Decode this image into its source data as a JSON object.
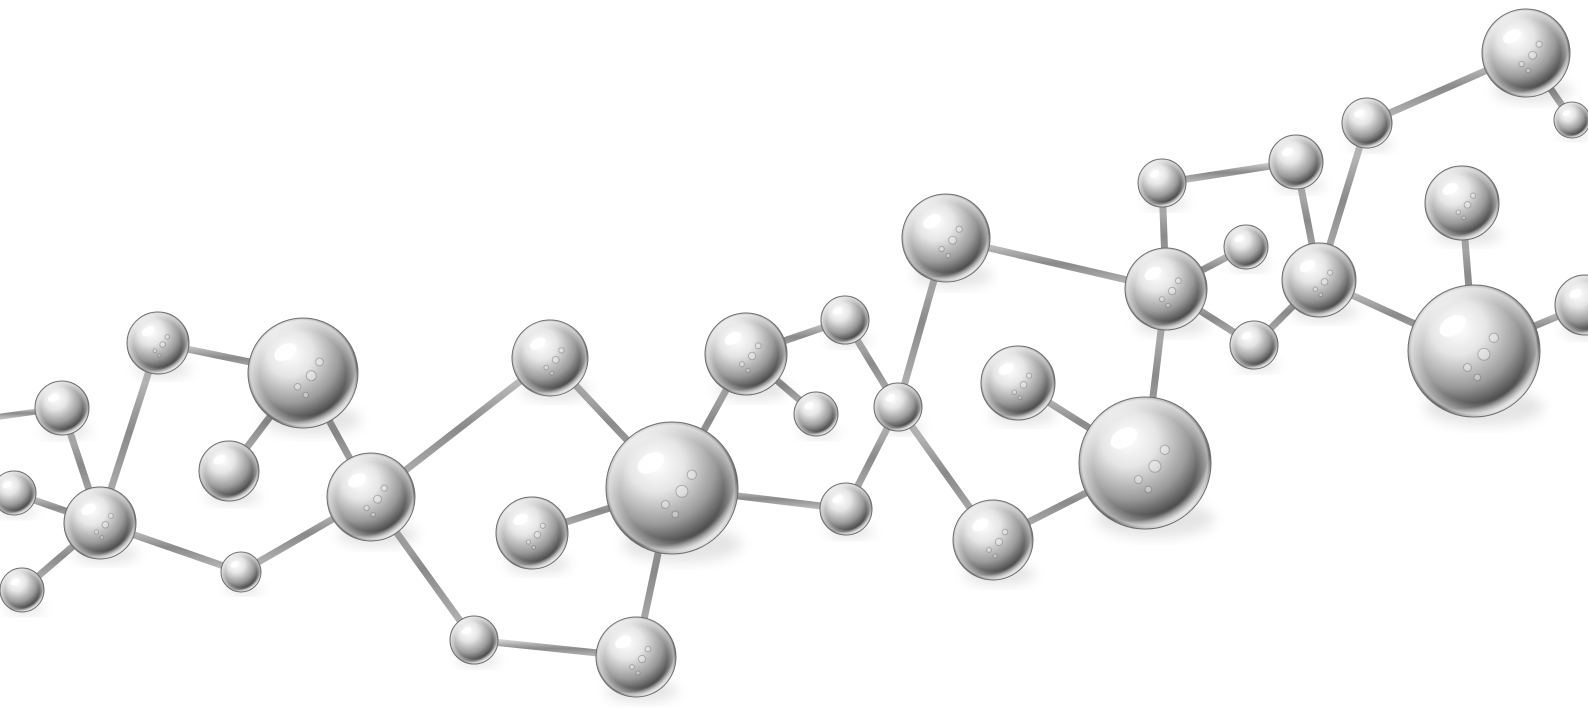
{
  "image": {
    "kind": "illustration",
    "subject": "molecule-chain",
    "background_color": "#ffffff",
    "bond_color": "#9a9a9a",
    "atom_highlight_color": "#ffffff",
    "atom_mid_color": "#c9c9c9",
    "atom_dark_color": "#4a4a4a",
    "atom_count": 38,
    "bond_count": 45
  }
}
